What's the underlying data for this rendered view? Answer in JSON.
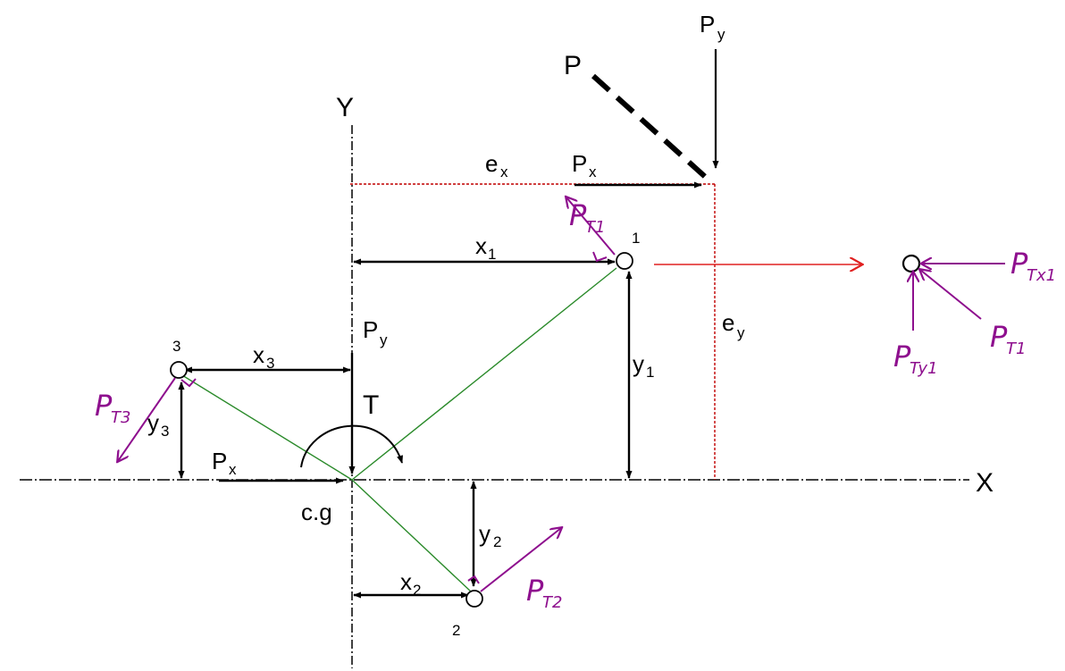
{
  "labels": {
    "axis_y": "Y",
    "axis_x": "X",
    "load_p": "P",
    "py_top": "P",
    "py_top_sub": "y",
    "ex": "e",
    "ex_sub": "x",
    "px_top": "P",
    "px_top_sub": "x",
    "ey": "e",
    "ey_sub": "y",
    "x1": "x",
    "x1_sub": "1",
    "y1": "y",
    "y1_sub": "1",
    "x2": "x",
    "x2_sub": "2",
    "y2": "y",
    "y2_sub": "2",
    "x3": "x",
    "x3_sub": "3",
    "y3": "y",
    "y3_sub": "3",
    "py_center": "P",
    "py_center_sub": "y",
    "px_center": "P",
    "px_center_sub": "x",
    "torque": "T",
    "cg": "c.g",
    "bolt1": "1",
    "bolt2": "2",
    "bolt3": "3"
  },
  "handwritten": {
    "pt1": "P",
    "pt1_sub": "T1",
    "pt2": "P",
    "pt2_sub": "T2",
    "pt3": "P",
    "pt3_sub": "T3",
    "ptx1": "P",
    "ptx1_sub": "Tx1",
    "pt1_detail": "P",
    "pt1_detail_sub": "T1",
    "pty1": "P",
    "pty1_sub": "Ty1"
  },
  "colors": {
    "ink": "#000000",
    "dashed_red": "#c00000",
    "green": "#2a8a2a",
    "purple": "#8e0f8e",
    "red_arrow": "#e02020"
  }
}
